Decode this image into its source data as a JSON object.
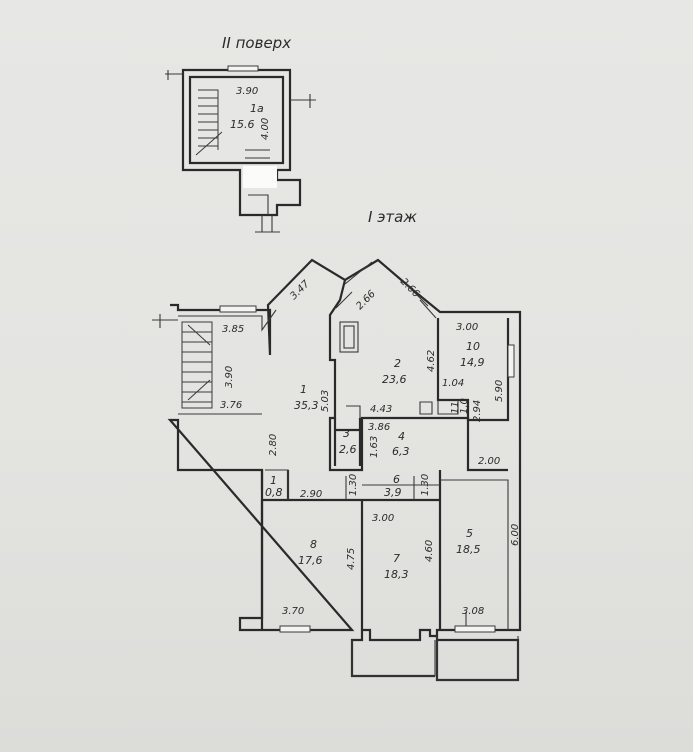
{
  "titles": {
    "upper_floor": "II поверх",
    "lower_floor": "I этаж"
  },
  "upper_room": {
    "number": "1a",
    "area": "15.6",
    "dim_top": "3.90",
    "dim_side": "4.00"
  },
  "rooms": [
    {
      "id": "r1",
      "number": "1",
      "area": "35,3"
    },
    {
      "id": "r2",
      "number": "2",
      "area": "23,6"
    },
    {
      "id": "r3",
      "number": "3",
      "area": "2,6"
    },
    {
      "id": "r4",
      "number": "4",
      "area": "6,3"
    },
    {
      "id": "r5",
      "number": "5",
      "area": "18,5"
    },
    {
      "id": "r6",
      "number": "6",
      "area": "3,9"
    },
    {
      "id": "r7",
      "number": "7",
      "area": "18,3"
    },
    {
      "id": "r8",
      "number": "8",
      "area": "17,6"
    },
    {
      "id": "r9",
      "number": "1",
      "area": "0,8"
    },
    {
      "id": "r10",
      "number": "10",
      "area": "14,9"
    },
    {
      "id": "r11",
      "number": "11",
      "area": "1,0"
    }
  ],
  "dimensions": [
    {
      "id": "d1",
      "text": "3.85"
    },
    {
      "id": "d2",
      "text": "3.90"
    },
    {
      "id": "d3",
      "text": "3.76"
    },
    {
      "id": "d4",
      "text": "3.47"
    },
    {
      "id": "d5",
      "text": "2.66"
    },
    {
      "id": "d6",
      "text": "2.66"
    },
    {
      "id": "d7",
      "text": "5.03"
    },
    {
      "id": "d8",
      "text": "4.62"
    },
    {
      "id": "d9",
      "text": "3.00"
    },
    {
      "id": "d10",
      "text": "5.90"
    },
    {
      "id": "d11",
      "text": "1.04"
    },
    {
      "id": "d12",
      "text": "2.94"
    },
    {
      "id": "d13",
      "text": "4.43"
    },
    {
      "id": "d14",
      "text": "3.86"
    },
    {
      "id": "d15",
      "text": "1.63"
    },
    {
      "id": "d16",
      "text": "2.00"
    },
    {
      "id": "d17",
      "text": "2.80"
    },
    {
      "id": "d18",
      "text": "2.90"
    },
    {
      "id": "d19",
      "text": "3.00"
    },
    {
      "id": "d20",
      "text": "4.75"
    },
    {
      "id": "d21",
      "text": "4.60"
    },
    {
      "id": "d22",
      "text": "6.00"
    },
    {
      "id": "d23",
      "text": "3.70"
    },
    {
      "id": "d24",
      "text": "3.08"
    },
    {
      "id": "d25",
      "text": "1.30"
    },
    {
      "id": "d26",
      "text": "1.30"
    }
  ]
}
